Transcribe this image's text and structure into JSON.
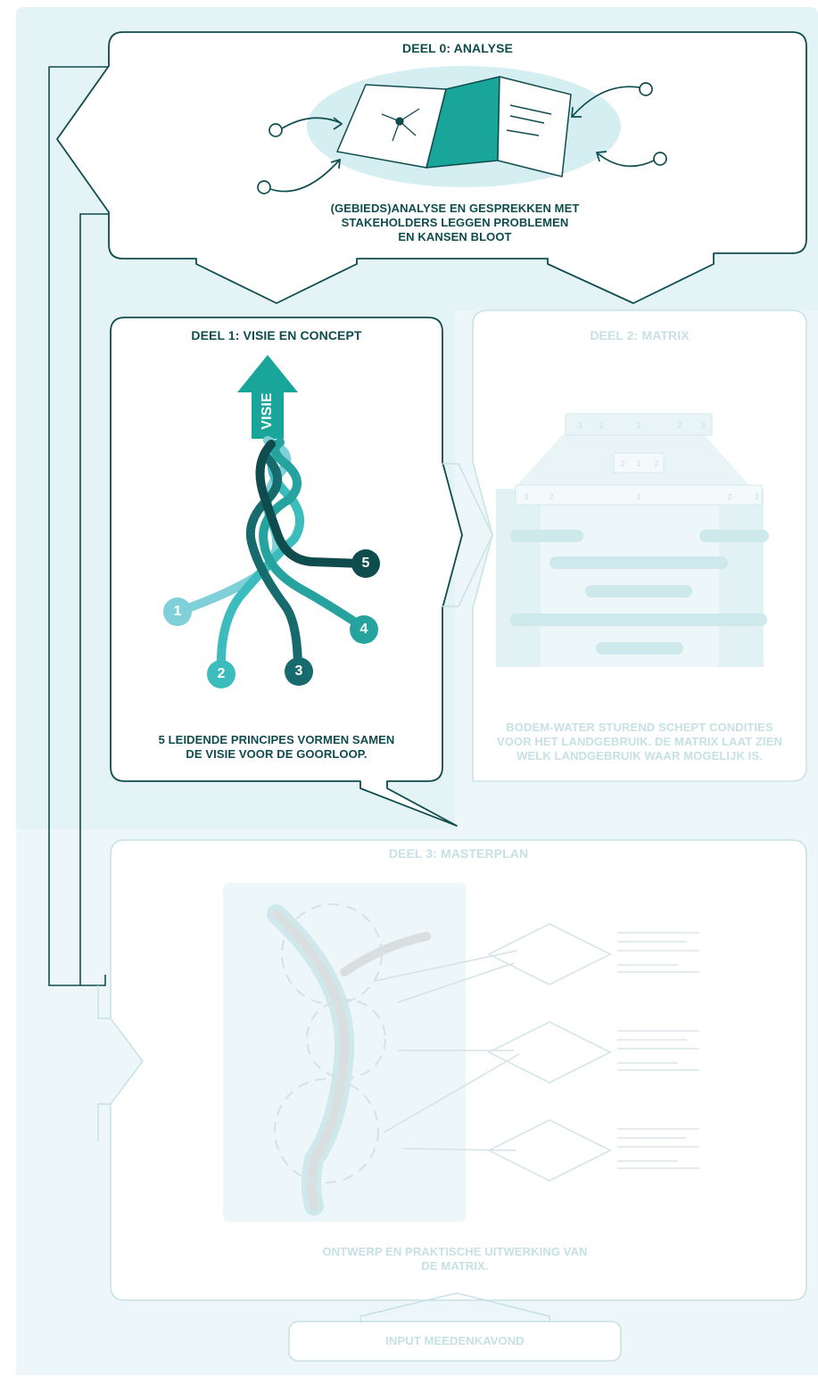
{
  "parts": {
    "part0": {
      "title": "DEEL 0: ANALYSE",
      "caption": [
        "(GEBIEDS)ANALYSE EN GESPREKKEN MET",
        "STAKEHOLDERS LEGGEN PROBLEMEN",
        "EN KANSEN BLOOT"
      ]
    },
    "part1": {
      "title": "DEEL 1: VISIE EN CONCEPT",
      "arrow_label": "VISIE",
      "principles": [
        "1",
        "2",
        "3",
        "4",
        "5"
      ],
      "caption": [
        "5 LEIDENDE PRINCIPES VORMEN SAMEN",
        "DE VISIE VOOR DE GOORLOOP."
      ]
    },
    "part2": {
      "title": "DEEL 2: MATRIX",
      "matrix_scale_top": [
        "3",
        "2",
        "1",
        "2",
        "3"
      ],
      "matrix_scale_mid": [
        "2",
        "1",
        "2"
      ],
      "matrix_scale_bottom": [
        "3",
        "2",
        "1",
        "2",
        "3"
      ],
      "caption": [
        "BODEM-WATER STUREND SCHEPT CONDITIES",
        "VOOR HET LANDGEBRUIK. DE MATRIX LAAT ZIEN",
        "WELK LANDGEBRUIK WAAR MOGELIJK IS."
      ]
    },
    "part3": {
      "title": "DEEL 3: MASTERPLAN",
      "caption": [
        "ONTWERP EN PRAKTISCHE UITWERKING VAN",
        "DE MATRIX."
      ]
    },
    "input": {
      "label": "INPUT MEEDENKAVOND"
    }
  },
  "colors": {
    "background": "#e3f3f6",
    "dark_teal": "#0f4c4e",
    "teal": "#1aa59b",
    "strand_1": "#7fd0d8",
    "strand_2": "#3cbcbd",
    "strand_3": "#176b6c",
    "strand_4": "#27a39f",
    "strand_5": "#0f4c4e",
    "faded": "#c6e1e3"
  }
}
